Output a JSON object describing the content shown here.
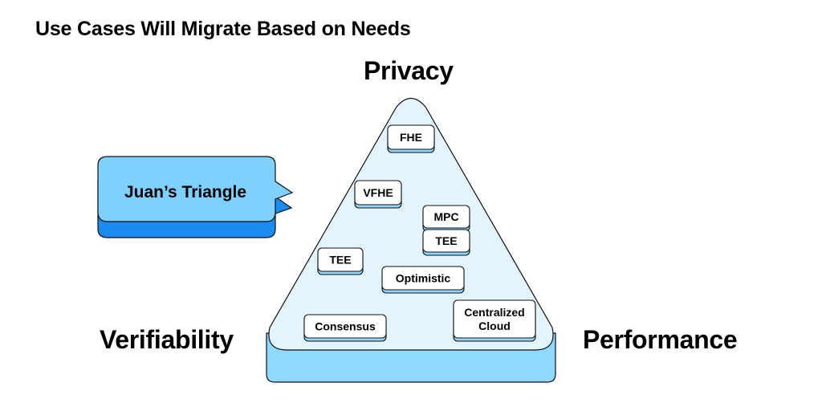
{
  "title": "Use Cases Will Migrate Based on Needs",
  "vertices": {
    "top": "Privacy",
    "left": "Verifiability",
    "right": "Performance"
  },
  "callout": {
    "label": "Juan’s Triangle"
  },
  "chips": [
    {
      "id": "fhe",
      "lines": [
        "FHE"
      ]
    },
    {
      "id": "vfhe",
      "lines": [
        "VFHE"
      ]
    },
    {
      "id": "mpc",
      "lines": [
        "MPC"
      ]
    },
    {
      "id": "tee-right",
      "lines": [
        "TEE"
      ]
    },
    {
      "id": "tee-left",
      "lines": [
        "TEE"
      ]
    },
    {
      "id": "optimistic",
      "lines": [
        "Optimistic"
      ]
    },
    {
      "id": "consensus",
      "lines": [
        "Consensus"
      ]
    },
    {
      "id": "centralized-cloud",
      "lines": [
        "Centralized",
        "Cloud"
      ]
    }
  ],
  "colors": {
    "triangle_fill": "#e3f4fc",
    "triangle_base": "#8fd8ff",
    "callout_fill": "#7fd0ff",
    "callout_shadow": "#1a8cf0",
    "chip_fill": "#ffffff",
    "chip_shadow": "#8fd8ff",
    "stroke": "#111111"
  }
}
